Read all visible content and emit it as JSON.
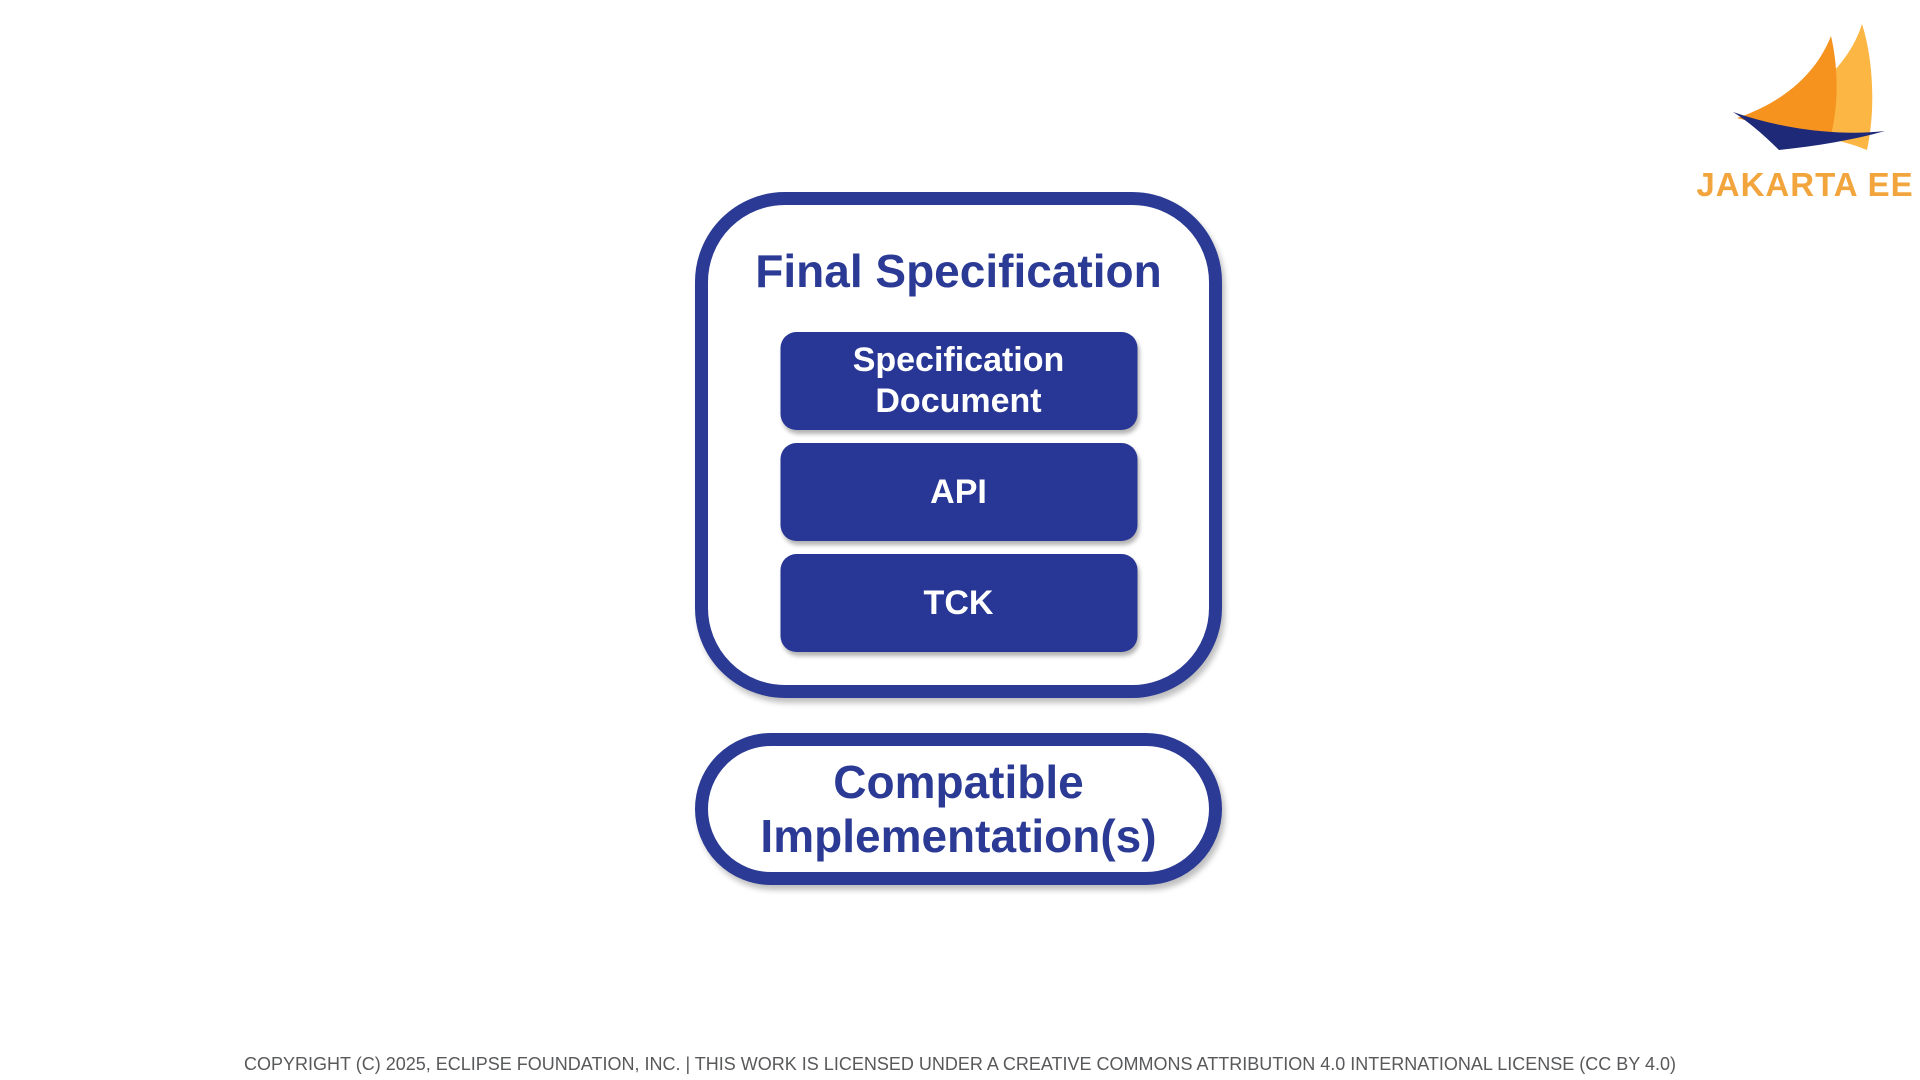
{
  "logo": {
    "text": "JAKARTA EE",
    "icon": "jakarta-ee-sailboat-icon"
  },
  "diagram": {
    "final_spec": {
      "title": "Final Specification",
      "items": [
        {
          "label": "Specification\nDocument"
        },
        {
          "label": "API"
        },
        {
          "label": "TCK"
        }
      ]
    },
    "compatible": {
      "label": "Compatible\nImplementation(s)"
    }
  },
  "footer": {
    "text": "COPYRIGHT (C) 2025, ECLIPSE FOUNDATION, INC. | THIS WORK IS LICENSED UNDER A CREATIVE COMMONS ATTRIBUTION 4.0 INTERNATIONAL LICENSE (CC BY 4.0)"
  },
  "colors": {
    "box_fill": "#283795",
    "outline": "#2B3A94",
    "title_text": "#2B3A94",
    "footer_text": "#58595B",
    "sail_light": "#FBB644",
    "sail_dark": "#F6921E",
    "hull": "#1E2A78",
    "wordmark": "#F2A53C"
  }
}
